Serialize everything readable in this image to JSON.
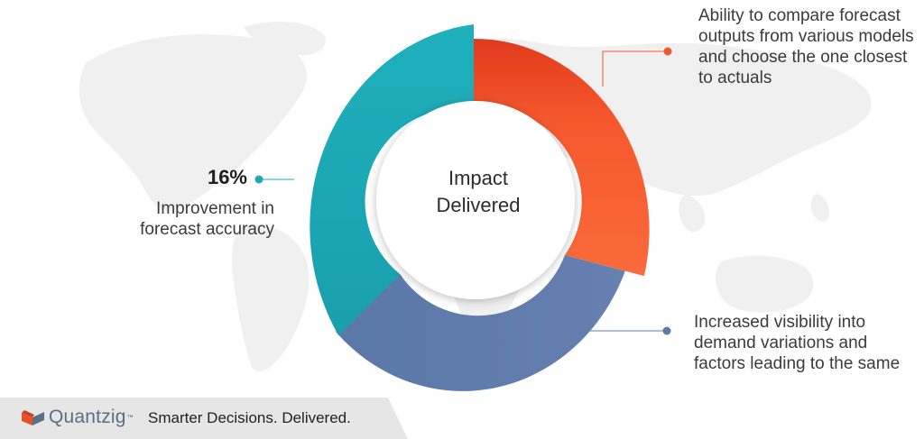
{
  "center": {
    "line1": "Impact",
    "line2": "Delivered"
  },
  "segments": [
    {
      "id": "visibility",
      "color": "#5f7aa8",
      "text": "Increased visibility into demand variations and factors leading to the same"
    },
    {
      "id": "accuracy",
      "color": "#1fa9b7",
      "value": "16%",
      "text": "Improvement in forecast accuracy"
    },
    {
      "id": "compare",
      "color": "#f05a2e",
      "text": "Ability to compare forecast outputs from various models and choose the one closest to actuals"
    }
  ],
  "footer": {
    "brand": "Quantzig",
    "trademark": "™",
    "tagline": "Smarter Decisions. Delivered."
  }
}
